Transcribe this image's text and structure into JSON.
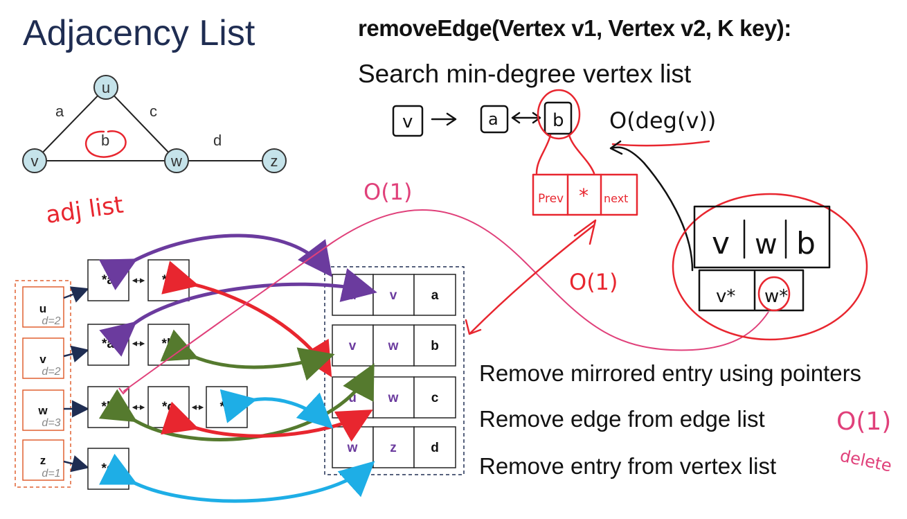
{
  "slide": {
    "title": "Adjacency List",
    "method_signature": "removeEdge(Vertex v1, Vertex v2, K key):",
    "search_text": "Search min-degree vertex list",
    "steps": [
      "Remove mirrored entry using pointers",
      "Remove edge from edge list",
      "Remove entry from vertex list"
    ]
  },
  "graph": {
    "nodes": [
      "u",
      "v",
      "w",
      "z"
    ],
    "edges": [
      {
        "label": "a",
        "from": "u",
        "to": "v"
      },
      {
        "label": "b",
        "from": "v",
        "to": "w"
      },
      {
        "label": "c",
        "from": "u",
        "to": "w"
      },
      {
        "label": "d",
        "from": "w",
        "to": "z"
      }
    ]
  },
  "vertex_list": [
    {
      "name": "u",
      "degree": "d=2",
      "adj": [
        "*a",
        "*c"
      ]
    },
    {
      "name": "v",
      "degree": "d=2",
      "adj": [
        "*a",
        "*b"
      ]
    },
    {
      "name": "w",
      "degree": "d=3",
      "adj": [
        "*b",
        "*c",
        "*d"
      ]
    },
    {
      "name": "z",
      "degree": "d=1",
      "adj": [
        "*d"
      ]
    }
  ],
  "edge_list": [
    [
      "u",
      "v",
      "a"
    ],
    [
      "v",
      "w",
      "b"
    ],
    [
      "u",
      "w",
      "c"
    ],
    [
      "w",
      "z",
      "d"
    ]
  ],
  "annotations": {
    "adj_list": "adj list",
    "o1_top": "O(1)",
    "o1_mid": "O(1)",
    "o1_right": "O(1)",
    "delete": "delete",
    "o_deg": "O(deg(v))",
    "seq_v": "v",
    "seq_a": "a",
    "seq_b": "b",
    "node_prev": "Prev",
    "node_star": "*",
    "node_next": "next",
    "entry_v": "v",
    "entry_w": "w",
    "entry_b": "b",
    "entry_vstar": "v*",
    "entry_wstar": "w*"
  },
  "colors": {
    "title": "#1f2d52",
    "purple": "#6b3b9e",
    "red": "#e8262f",
    "green": "#557a2e",
    "blue": "#1eaee6",
    "pink": "#e0407a",
    "node_fill": "#c5e3ea",
    "vertex_border": "#e06030"
  }
}
